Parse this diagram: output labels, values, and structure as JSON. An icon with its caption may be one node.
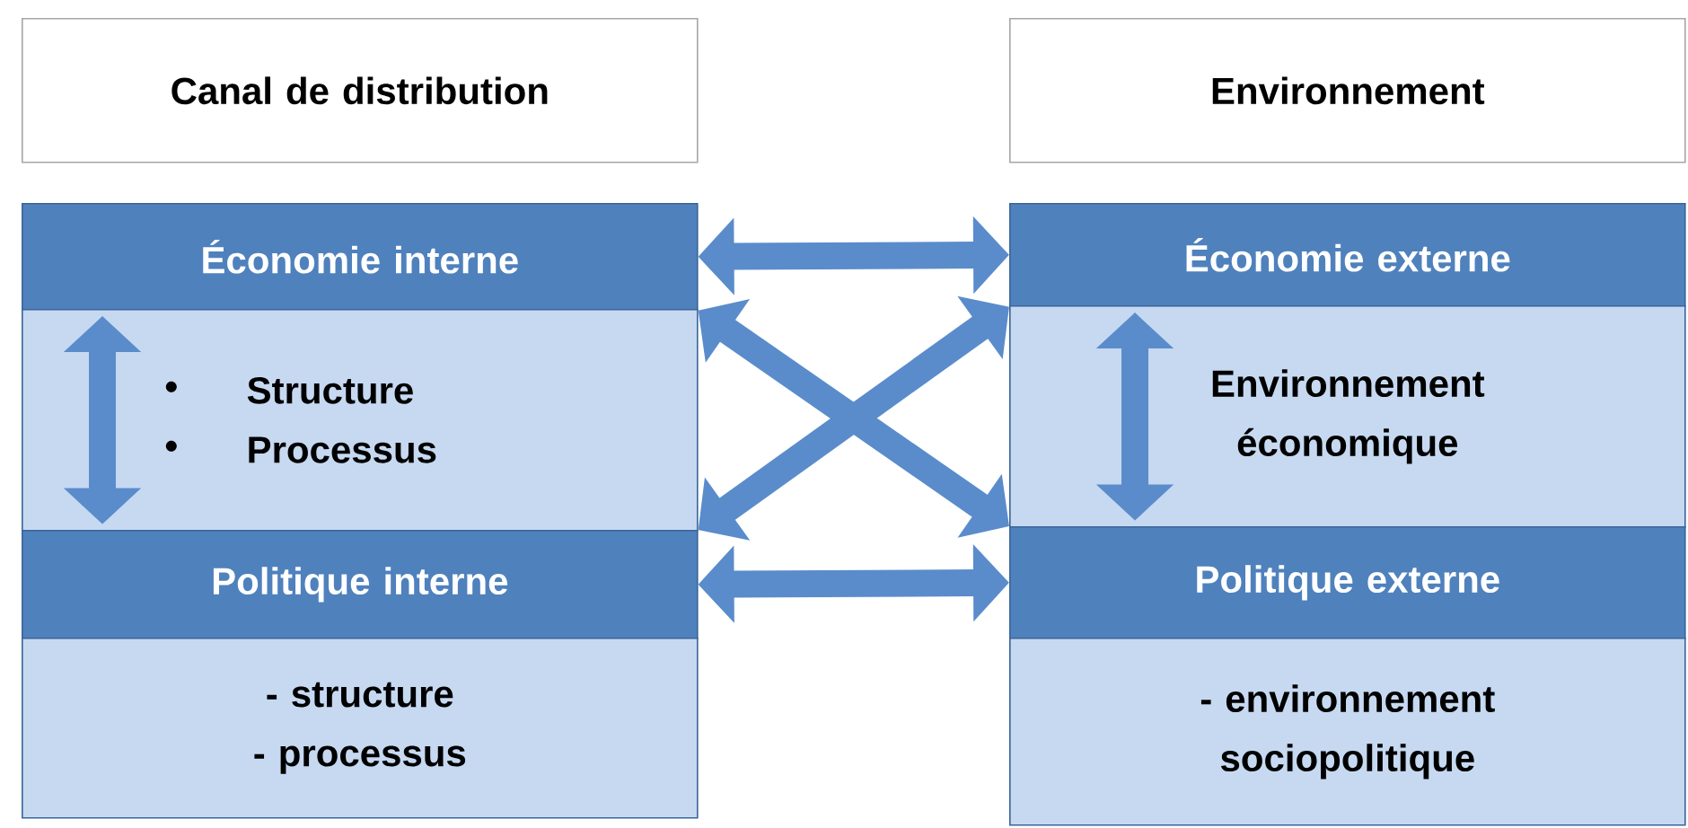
{
  "diagram": {
    "nodes": [
      {
        "text": [
          "Canal de distribution"
        ]
      },
      {
        "text": [
          "Économie interne"
        ]
      },
      {
        "text": [
          "Structure",
          "Processus"
        ]
      },
      {
        "text": [
          "Politique interne"
        ]
      },
      {
        "text": [
          "- structure",
          "- processus"
        ]
      },
      {
        "text": [
          "Environnement"
        ]
      },
      {
        "text": [
          "Économie externe"
        ]
      },
      {
        "text": [
          "Environnement économique"
        ]
      },
      {
        "text": [
          "Politique externe"
        ]
      },
      {
        "text": [
          "- environnement sociopolitique"
        ]
      }
    ],
    "edges": [
      {
        "from": 1,
        "to": 6,
        "arrow": "both"
      },
      {
        "from": 1,
        "to": 8,
        "arrow": "both"
      },
      {
        "from": 3,
        "to": 6,
        "arrow": "both"
      },
      {
        "from": 3,
        "to": 8,
        "arrow": "both"
      }
    ]
  }
}
